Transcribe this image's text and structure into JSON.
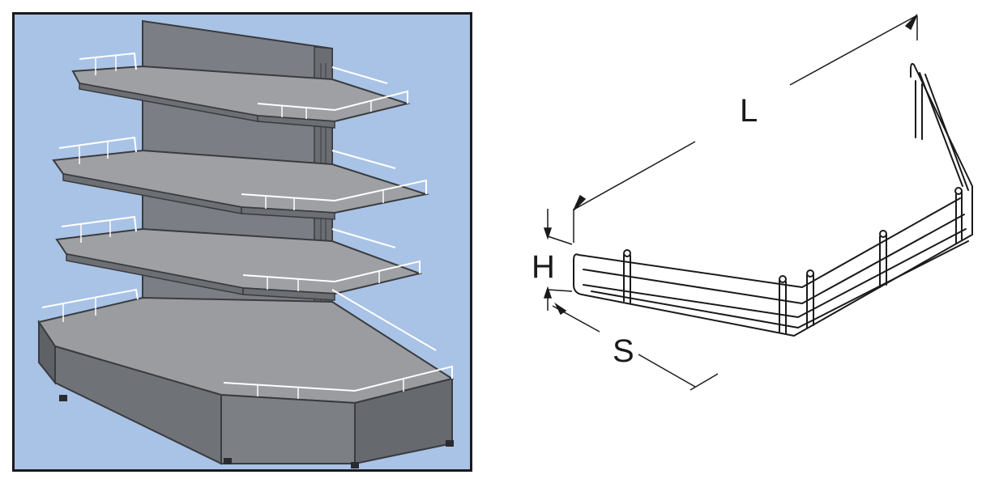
{
  "illustration": {
    "subject": "gondola-shelving-unit",
    "background_color": "#a9c3e6",
    "shelf_color": "#8a8c90",
    "rail_color": "#ffffff"
  },
  "rail_diagram": {
    "subject": "wire-shelf-rail",
    "dimension_labels": {
      "length": "L",
      "height": "H",
      "depth": "S"
    },
    "line_color": "#1a1a1a"
  }
}
